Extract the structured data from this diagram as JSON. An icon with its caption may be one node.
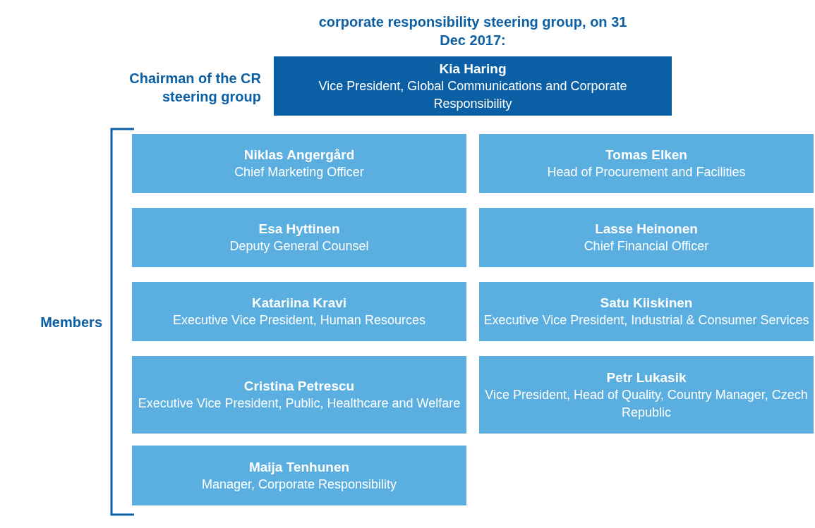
{
  "diagram": {
    "title": "corporate responsibility steering group, on 31 Dec 2017:",
    "nodes": [
      {
        "text": [
          "Kia Haring",
          "Vice President, Global Communications and Corporate Responsibility"
        ],
        "beside": [
          "Chairman of the CR steering group"
        ]
      },
      {
        "text": [
          "Niklas Angergård",
          "Chief Marketing Officer"
        ]
      },
      {
        "text": [
          "Tomas Elken",
          "Head of Procurement and Facilities"
        ]
      },
      {
        "text": [
          "Esa Hyttinen",
          "Deputy General Counsel"
        ]
      },
      {
        "text": [
          "Lasse Heinonen",
          "Chief Financial Officer"
        ]
      },
      {
        "text": [
          "Katariina Kravi",
          "Executive Vice President, Human Resources"
        ]
      },
      {
        "text": [
          "Satu Kiiskinen",
          "Executive Vice President, Industrial & Consumer Services"
        ]
      },
      {
        "text": [
          "Cristina Petrescu",
          "Executive Vice President, Public, Healthcare and Welfare"
        ]
      },
      {
        "text": [
          "Petr Lukasik",
          "Vice President, Head of Quality, Country Manager, Czech Republic"
        ]
      },
      {
        "text": [
          "Maija Tenhunen",
          "Manager, Corporate Responsibility"
        ]
      }
    ],
    "edges": [],
    "labels": [
      "Members"
    ]
  }
}
